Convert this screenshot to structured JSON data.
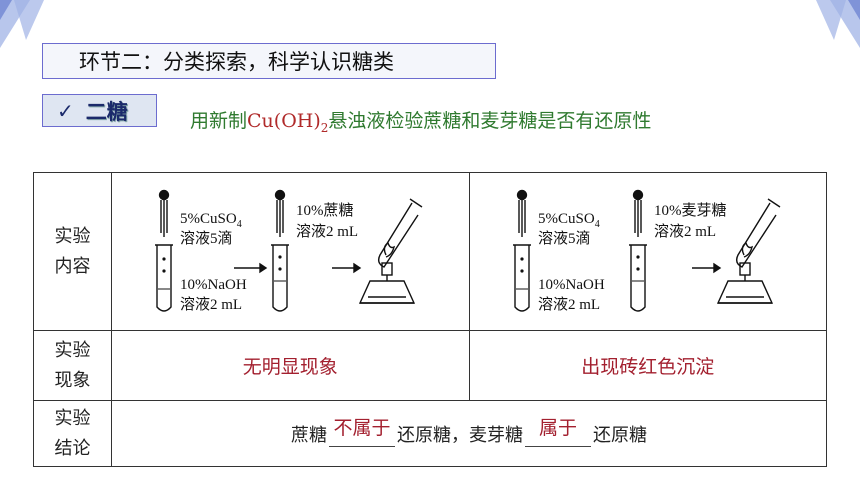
{
  "section": {
    "title": "环节二：分类探索，科学认识糖类"
  },
  "tag": {
    "check": "✓",
    "label": "二糖"
  },
  "subtitle": {
    "pre": "用新制",
    "formula": "Cu(OH)",
    "sub": "2",
    "post": "悬浊液检验蔗糖和麦芽糖是否有还原性"
  },
  "table": {
    "row_labels": [
      {
        "line1": "实验",
        "line2": "内容"
      },
      {
        "line1": "实验",
        "line2": "现象"
      },
      {
        "line1": "实验",
        "line2": "结论"
      }
    ],
    "left": {
      "reagent1": "5%CuSO",
      "reagent1_sub": "4",
      "reagent1_amount": "溶液5滴",
      "reagent2": "10%NaOH",
      "reagent2_amount": "溶液2 mL",
      "sugar": "10%蔗糖",
      "sugar_amount": "溶液2 mL",
      "observation": "无明显现象"
    },
    "right": {
      "reagent1": "5%CuSO",
      "reagent1_sub": "4",
      "reagent1_amount": "溶液5滴",
      "reagent2": "10%NaOH",
      "reagent2_amount": "溶液2 mL",
      "sugar": "10%麦芽糖",
      "sugar_amount": "溶液2 mL",
      "observation": "出现砖红色沉淀"
    },
    "conclusion": {
      "part1": "蔗糖",
      "answer1": "不属于",
      "part2": "还原糖，麦芽糖",
      "answer2": "属于",
      "part3": "还原糖"
    }
  }
}
